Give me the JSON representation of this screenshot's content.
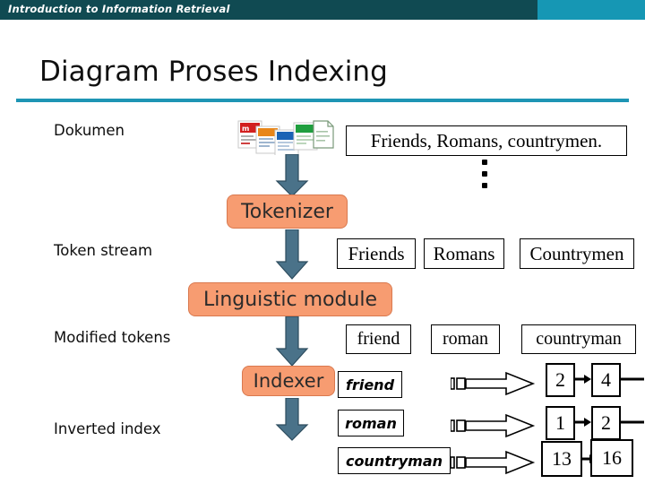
{
  "header": {
    "course_title": "Introduction to Information Retrieval",
    "bar_color_dark": "#104a52",
    "bar_color_light": "#1697b4"
  },
  "slide": {
    "title": "Diagram Proses Indexing",
    "rule_color": "#1e95b4"
  },
  "stages": [
    {
      "label": "Dokumen"
    },
    {
      "label": "Token stream"
    },
    {
      "label": "Modified tokens"
    },
    {
      "label": "Inverted index"
    }
  ],
  "process_boxes": [
    {
      "label": "Tokenizer"
    },
    {
      "label": "Linguistic module"
    },
    {
      "label": "Indexer"
    }
  ],
  "document_sentence": "Friends, Romans, countrymen.",
  "token_stream": [
    "Friends",
    "Romans",
    "Countrymen"
  ],
  "modified_tokens": [
    "friend",
    "roman",
    "countryman"
  ],
  "inverted_index": [
    {
      "term": "friend",
      "postings": [
        "2",
        "4"
      ]
    },
    {
      "term": "roman",
      "postings": [
        "1",
        "2"
      ]
    },
    {
      "term": "countryman",
      "postings": [
        "13",
        "16"
      ]
    }
  ],
  "colors": {
    "process_fill": "#f79c71",
    "process_border": "#d9794f",
    "arrow_fill": "#4a7289",
    "arrow_stroke": "#2d4c5e"
  },
  "icons": {
    "documents": [
      "document-red-icon",
      "document-orange-icon",
      "document-blue-icon",
      "document-green-icon",
      "document-plain-icon"
    ]
  }
}
